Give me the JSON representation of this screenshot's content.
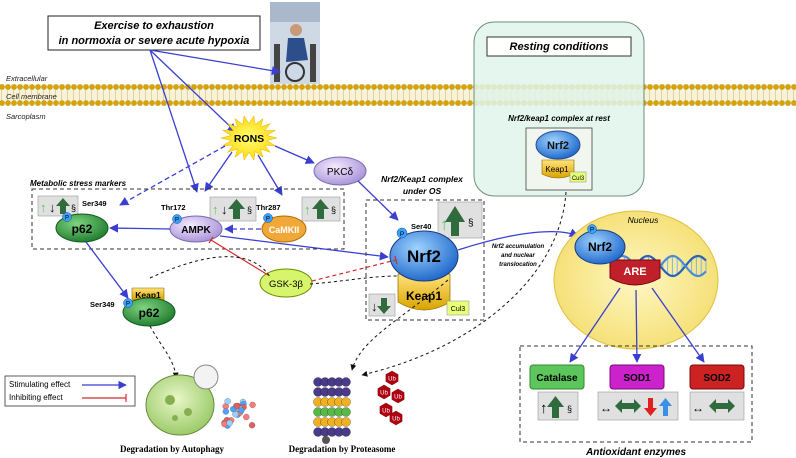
{
  "title_lines": [
    "Exercise to exhaustion",
    "in normoxia or severe acute hypoxia"
  ],
  "membrane": {
    "extracellular": "Extracellular",
    "cell_membrane": "Cell membrane",
    "sarcoplasm": "Sarcoplasm"
  },
  "resting": {
    "title": "Resting conditions",
    "subtitle": "Nrf2/keap1 complex at rest",
    "nrf2": "Nrf2",
    "keap1": "Keap1",
    "cul3": "Cul3"
  },
  "rons": "RONS",
  "pkc": "PKCδ",
  "metabolic": {
    "title": "Metabolic stress markers",
    "p62": "p62",
    "ampk": "AMPK",
    "camkii": "CaMKII",
    "ser349": "Ser349",
    "thr172": "Thr172",
    "thr287": "Thr287",
    "p": "P",
    "section": "§"
  },
  "complex": {
    "title_line1": "Nrf2/Keap1 complex",
    "title_line2": "under OS",
    "ser40": "Ser40",
    "nrf2": "Nrf2",
    "keap1": "Keap1",
    "cul3": "Cul3",
    "section": "§"
  },
  "gsk": "GSK-3β",
  "accumulation": [
    "Nrf2 accumulation",
    "and nuclear",
    "translocation"
  ],
  "autophagy_complex": {
    "keap1": "Keap1",
    "p62": "p62",
    "ser349": "Ser349"
  },
  "nucleus": {
    "title": "Nucleus",
    "nrf2": "Nrf2",
    "are": "ARE"
  },
  "enzymes": {
    "catalase": "Catalase",
    "sod1": "SOD1",
    "sod2": "SOD2",
    "title": "Antioxidant enzymes",
    "section": "§"
  },
  "legend": {
    "stimulating": "Stimulating effect",
    "inhibiting": "Inhibiting effect"
  },
  "degradation": {
    "autophagy": "Degradation by Autophagy",
    "proteasome": "Degradation by Proteasome"
  },
  "ub": "Ub",
  "colors": {
    "stim": "#3a3fd1",
    "inhib": "#d62a2a",
    "nrf2": "#2e8be6",
    "p62": "#2e8b3a",
    "keap1": "#e6b800",
    "are": "#c0202a",
    "catalase": "#5cc65c",
    "sod1": "#cc22cc",
    "sod2": "#cc2222"
  }
}
